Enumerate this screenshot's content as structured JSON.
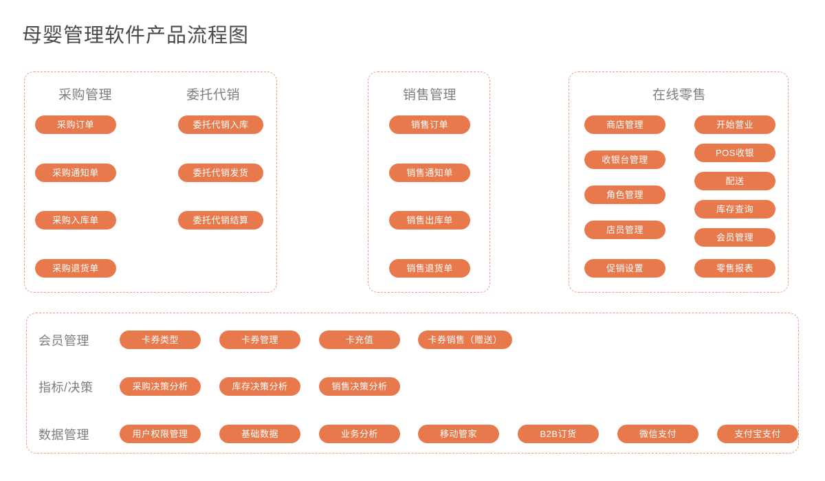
{
  "title": "母婴管理软件产品流程图",
  "theme": {
    "pill_color": "#e8794c",
    "pill_text_color": "#ffffff",
    "panel_border_color": "#e8a07d",
    "header_text_color": "#7d7d7d",
    "title_color": "#4a4a4a",
    "background": "#ffffff"
  },
  "panels": [
    {
      "id": "panel-procurement-consignment",
      "columns": [
        {
          "header": "采购管理",
          "items": [
            "采购订单",
            "采购通知单",
            "采购入库单",
            "采购退货单"
          ]
        },
        {
          "header": "委托代销",
          "items": [
            "委托代销入库",
            "委托代销发货",
            "委托代销结算"
          ]
        }
      ]
    },
    {
      "id": "panel-sales",
      "columns": [
        {
          "header": "销售管理",
          "items": [
            "销售订单",
            "销售通知单",
            "销售出库单",
            "销售退货单"
          ]
        }
      ]
    },
    {
      "id": "panel-online-retail",
      "header": "在线零售",
      "columns": [
        {
          "header": "",
          "items": [
            "商店管理",
            "收银台管理",
            "角色管理",
            "店员管理",
            "促销设置"
          ]
        },
        {
          "header": "",
          "items": [
            "开始营业",
            "POS收银",
            "配送",
            "库存查询",
            "会员管理",
            "零售报表"
          ]
        }
      ]
    }
  ],
  "bottom_panel": {
    "id": "panel-platform",
    "rows": [
      {
        "label": "会员管理",
        "items": [
          "卡券类型",
          "卡券管理",
          "卡充值",
          "卡券销售（赠送）"
        ]
      },
      {
        "label": "指标/决策",
        "items": [
          "采购决策分析",
          "库存决策分析",
          "销售决策分析"
        ]
      },
      {
        "label": "数据管理",
        "items": [
          "用户权限管理",
          "基础数据",
          "业务分析",
          "移动管家",
          "B2B订货",
          "微信支付",
          "支付宝支付"
        ]
      }
    ]
  }
}
